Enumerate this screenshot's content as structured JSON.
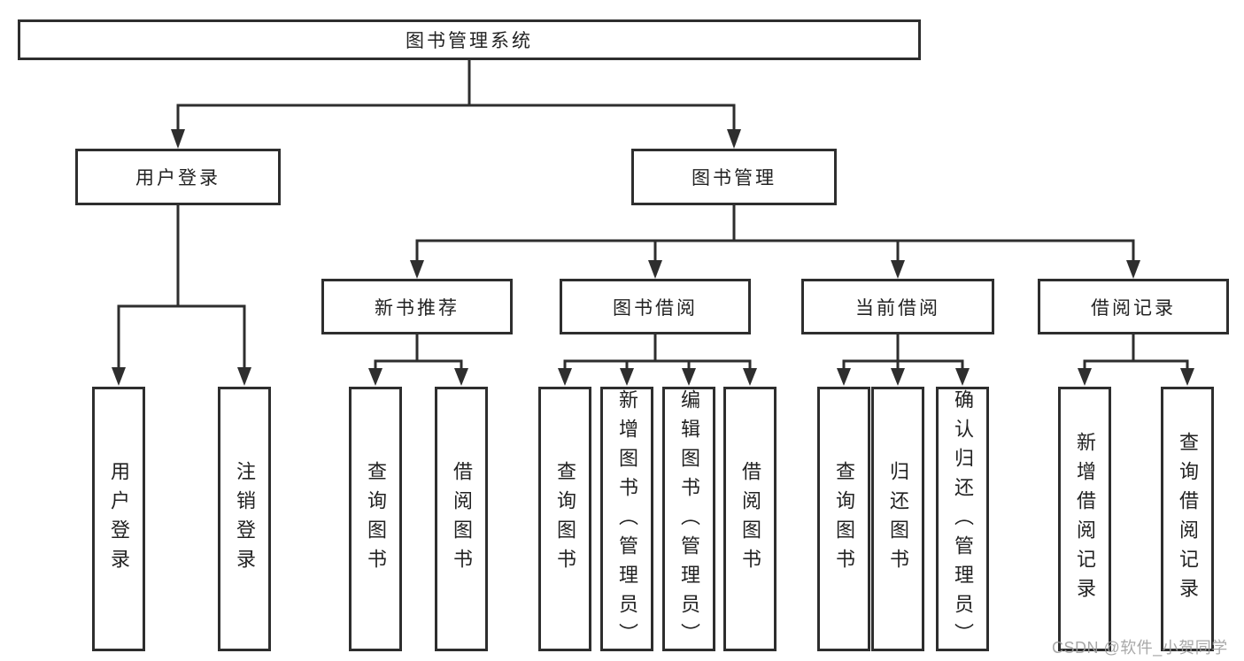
{
  "diagram_type": "feature-tree",
  "colors": {
    "line": "#2e2e2e",
    "box_border": "#2e2e2e",
    "text": "#222222",
    "background": "#ffffff",
    "watermark": "#9e9e9e"
  },
  "tree": {
    "label": "图书管理系统",
    "children": [
      {
        "label": "用户登录",
        "children": [
          {
            "label": "用户登录"
          },
          {
            "label": "注销登录"
          }
        ]
      },
      {
        "label": "图书管理",
        "children": [
          {
            "label": "新书推荐",
            "children": [
              {
                "label": "查询图书"
              },
              {
                "label": "借阅图书"
              }
            ]
          },
          {
            "label": "图书借阅",
            "children": [
              {
                "label": "查询图书"
              },
              {
                "label": "新增图书（管理员）"
              },
              {
                "label": "编辑图书（管理员）"
              },
              {
                "label": "借阅图书"
              }
            ]
          },
          {
            "label": "当前借阅",
            "children": [
              {
                "label": "查询图书"
              },
              {
                "label": "归还图书"
              },
              {
                "label": "确认归还（管理员）"
              }
            ]
          },
          {
            "label": "借阅记录",
            "children": [
              {
                "label": "新增借阅记录"
              },
              {
                "label": "查询借阅记录"
              }
            ]
          }
        ]
      }
    ]
  },
  "watermark": "CSDN @软件_小贺同学"
}
